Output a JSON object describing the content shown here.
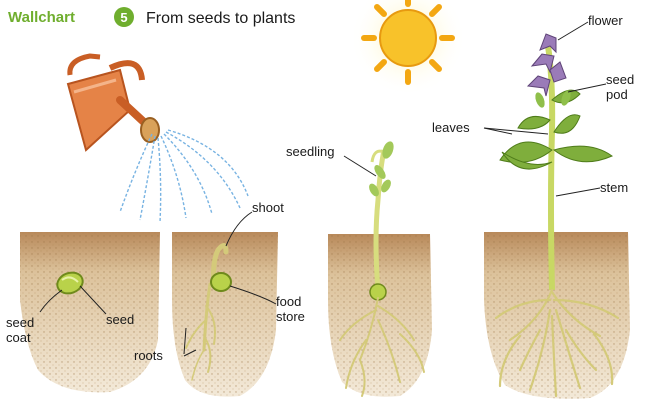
{
  "header": {
    "tag": "Wallchart",
    "number": "5",
    "title": "From seeds to plants"
  },
  "labels": {
    "seed_coat_1": "seed",
    "seed_coat_2": "coat",
    "seed": "seed",
    "shoot": "shoot",
    "food_store_1": "food",
    "food_store_2": "store",
    "roots": "roots",
    "seedling": "seedling",
    "flower": "flower",
    "seed_pod_1": "seed",
    "seed_pod_2": "pod",
    "leaves": "leaves",
    "stem": "stem"
  },
  "colors": {
    "accent_green": "#6fae2e",
    "soil": "#d9b98a",
    "soil_dark": "#8a6236",
    "plant": "#d8e07a",
    "leaf": "#7fae3c",
    "flower": "#9a7bb8",
    "sun": "#f6b51b",
    "can": "#e07b3b",
    "water": "#7fb6e0"
  }
}
